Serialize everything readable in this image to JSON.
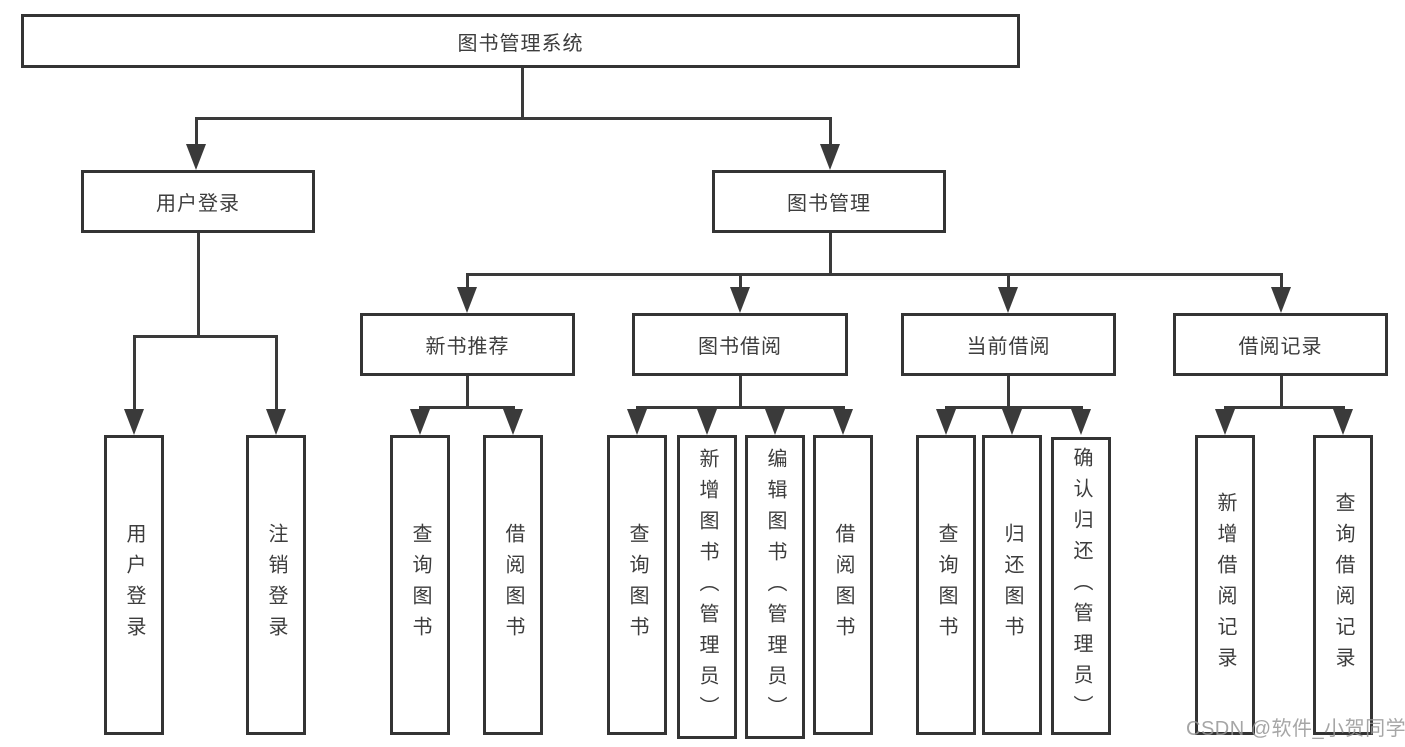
{
  "title": "图书管理系统",
  "watermark": "CSDN @软件_小贺同学",
  "colors": {
    "line": "#3a3a3a",
    "border": "#343434",
    "text": "#3d3d3d",
    "watermark": "#969696",
    "background": "#ffffff"
  },
  "tree": {
    "label": "图书管理系统",
    "children": [
      {
        "label": "用户登录",
        "children": [
          {
            "label": "用户登录"
          },
          {
            "label": "注销登录"
          }
        ]
      },
      {
        "label": "图书管理",
        "children": [
          {
            "label": "新书推荐",
            "children": [
              {
                "label": "查询图书"
              },
              {
                "label": "借阅图书"
              }
            ]
          },
          {
            "label": "图书借阅",
            "children": [
              {
                "label": "查询图书"
              },
              {
                "label": "新增图书（管理员）"
              },
              {
                "label": "编辑图书（管理员）"
              },
              {
                "label": "借阅图书"
              }
            ]
          },
          {
            "label": "当前借阅",
            "children": [
              {
                "label": "查询图书"
              },
              {
                "label": "归还图书"
              },
              {
                "label": "确认归还（管理员）"
              }
            ]
          },
          {
            "label": "借阅记录",
            "children": [
              {
                "label": "新增借阅记录"
              },
              {
                "label": "查询借阅记录"
              }
            ]
          }
        ]
      }
    ]
  }
}
